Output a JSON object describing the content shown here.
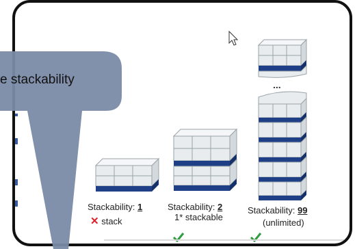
{
  "callout": {
    "text": "e stackability"
  },
  "columns": [
    {
      "label_prefix": "Stackability: ",
      "value": "1",
      "status_icon": "red-x",
      "status_text": "stack"
    },
    {
      "label_prefix": "Stackability: ",
      "value": "2",
      "status_icon": "",
      "status_text": "1* stackable"
    },
    {
      "label_prefix": "Stackability: ",
      "value": "99",
      "status_icon": "",
      "status_text": "(unlimited)"
    }
  ],
  "ellipsis": "...",
  "colors": {
    "pallet": "#1f3f86",
    "box_face": "#e8ecee",
    "box_line": "#9aa3a8",
    "callout": "#7a8aa6",
    "check": "#2e9c3f",
    "cross": "#e0202a"
  }
}
